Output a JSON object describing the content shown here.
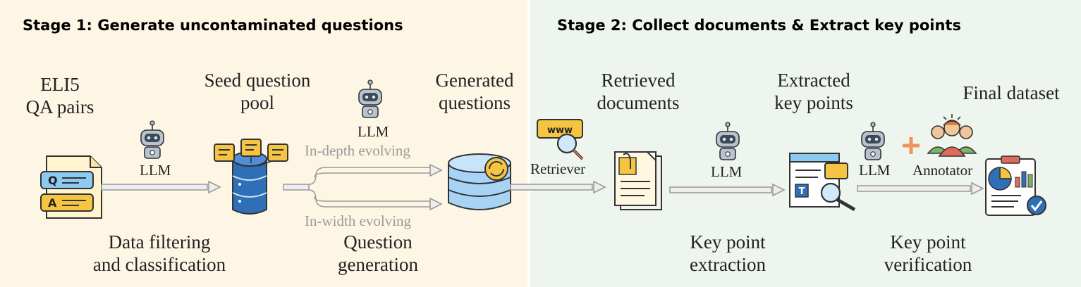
{
  "stage1": {
    "title": "Stage 1: Generate uncontaminated questions"
  },
  "stage2": {
    "title": "Stage 2: Collect documents & Extract key points"
  },
  "nodes": {
    "eli5": "ELI5\nQA pairs",
    "seed_pool": "Seed question\npool",
    "generated": "Generated\nquestions",
    "retrieved": "Retrieved\ndocuments",
    "extracted": "Extracted\nkey points",
    "final": "Final dataset"
  },
  "steps": {
    "filtering": "Data filtering\nand classification",
    "generation": "Question\ngeneration",
    "kp_extraction": "Key point\nextraction",
    "kp_verification": "Key point\nverification"
  },
  "agents": {
    "llm": "LLM",
    "retriever": "Retriever",
    "annotator": "Annotator"
  },
  "branches": {
    "in_depth": "In-depth evolving",
    "in_width": "In-width evolving"
  },
  "icons": {
    "qa": "qa-doc-icon",
    "db": "database-icon",
    "robot": "robot-icon",
    "www": "www-search-icon",
    "team": "team-icon"
  },
  "colors": {
    "stage1_bg": "#fdf6e4",
    "stage2_bg": "#eef5ee",
    "db_blue": "#2f6fb6",
    "accent_yellow": "#f5c542",
    "plus": "#f0945a"
  }
}
